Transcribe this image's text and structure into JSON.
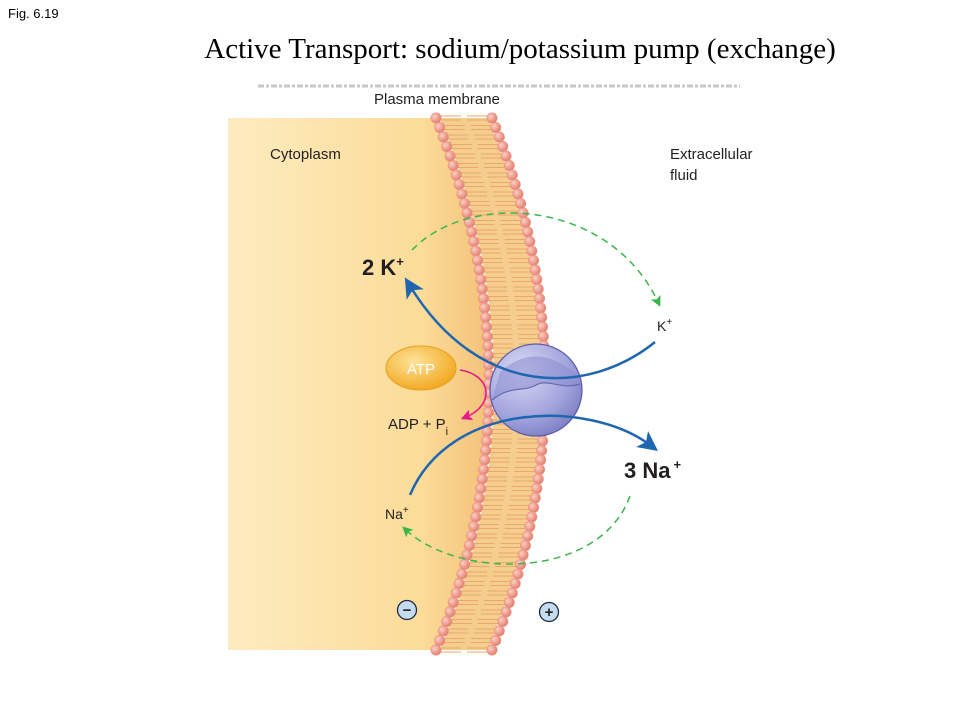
{
  "slide": {
    "figure_number": "Fig. 6.19",
    "title": "Active Transport: sodium/potassium pump (exchange)"
  },
  "diagram": {
    "plasma_membrane_label": "Plasma membrane",
    "cytoplasm_label": "Cytoplasm",
    "extracellular_label_line1": "Extracellular",
    "extracellular_label_line2": "fluid",
    "atp_label": "ATP",
    "adp_label": "ADP + P",
    "adp_subscript": "i",
    "k_inside_label": "2 K",
    "k_outside_label": "K",
    "na_outside_label": "3 Na",
    "na_inside_label": "Na",
    "ion_charge": "+",
    "inside_charge_symbol": "−",
    "outside_charge_symbol": "+",
    "colors": {
      "cytoplasm": "#fde9b8",
      "membrane_tail": "#f4c888",
      "phospholipid_head": "#ee8f7f",
      "pump": "#9a9cd6",
      "transport_arrow": "#1f66b0",
      "cycle_arrow": "#3bb54a",
      "atp_arrow": "#e8198b",
      "atp_fill": "#f7b52c"
    }
  }
}
